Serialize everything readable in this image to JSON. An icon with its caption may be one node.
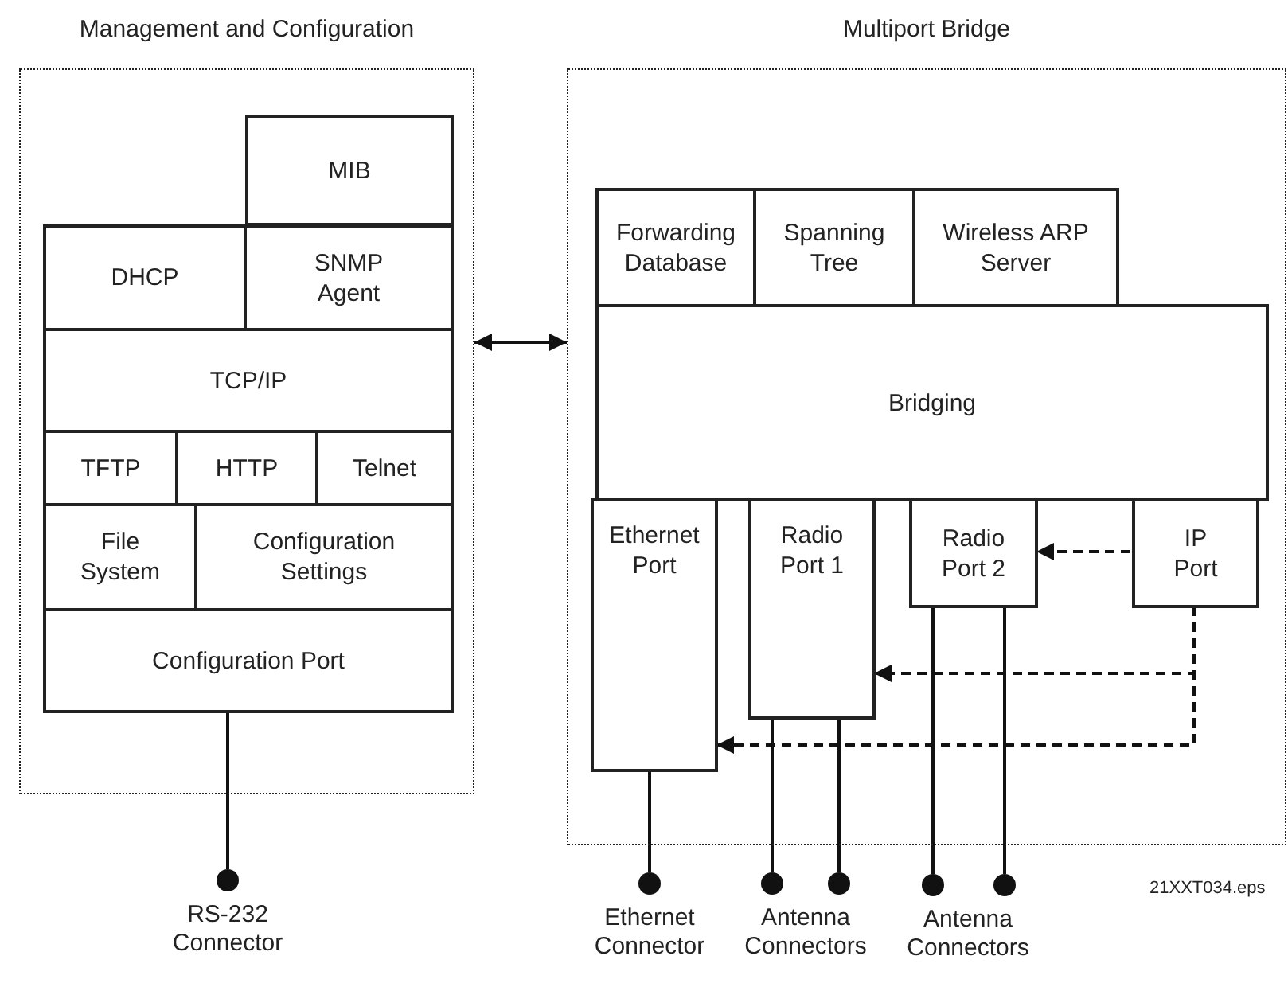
{
  "diagram": {
    "nodes": [
      {
        "text": [
          "Management and Configuration"
        ]
      },
      {
        "text": [
          "MIB"
        ],
        "in": 0
      },
      {
        "text": [
          "DHCP"
        ],
        "in": 0
      },
      {
        "text": [
          "SNMP Agent"
        ],
        "in": 0
      },
      {
        "text": [
          "TCP/IP"
        ],
        "in": 0
      },
      {
        "text": [
          "TFTP"
        ],
        "in": 0
      },
      {
        "text": [
          "HTTP"
        ],
        "in": 0
      },
      {
        "text": [
          "Telnet"
        ],
        "in": 0
      },
      {
        "text": [
          "File System"
        ],
        "in": 0
      },
      {
        "text": [
          "Configuration Settings"
        ],
        "in": 0
      },
      {
        "text": [
          "Configuration Port"
        ],
        "in": 0
      },
      {
        "text": [
          "Multiport Bridge"
        ]
      },
      {
        "text": [
          "Forwarding Database"
        ],
        "in": 11
      },
      {
        "text": [
          "Spanning Tree"
        ],
        "in": 11
      },
      {
        "text": [
          "Wireless ARP Server"
        ],
        "in": 11
      },
      {
        "text": [
          "Bridging"
        ],
        "in": 11
      },
      {
        "text": [
          "Ethernet Port"
        ],
        "in": 11
      },
      {
        "text": [
          "Radio Port 1"
        ],
        "in": 11
      },
      {
        "text": [
          "Radio Port 2"
        ],
        "in": 11
      },
      {
        "text": [
          "IP Port"
        ],
        "in": 11
      },
      {
        "text": [],
        "shape": "circle",
        "beside": [
          "RS-232 Connector"
        ]
      },
      {
        "text": [],
        "shape": "circle",
        "beside": [
          "Ethernet Connector"
        ]
      },
      {
        "text": [],
        "shape": "circle",
        "beside": [
          "Antenna Connectors"
        ]
      },
      {
        "text": [],
        "shape": "circle"
      },
      {
        "text": [],
        "shape": "circle",
        "beside": [
          "Antenna Connectors"
        ]
      },
      {
        "text": [],
        "shape": "circle"
      }
    ],
    "edges": [
      {
        "from": 0,
        "to": 11,
        "arrow": "both"
      },
      {
        "from": 10,
        "to": 20,
        "arrow": "none"
      },
      {
        "from": 16,
        "to": 21,
        "arrow": "none"
      },
      {
        "from": 17,
        "to": 22,
        "arrow": "none"
      },
      {
        "from": 17,
        "to": 23,
        "arrow": "none"
      },
      {
        "from": 18,
        "to": 24,
        "arrow": "none"
      },
      {
        "from": 18,
        "to": 25,
        "arrow": "none"
      },
      {
        "from": 19,
        "to": 18,
        "arrow": "to",
        "style": "dashed"
      },
      {
        "from": 19,
        "to": 17,
        "arrow": "to",
        "style": "dashed"
      },
      {
        "from": 19,
        "to": 16,
        "arrow": "to",
        "style": "dashed"
      }
    ],
    "labels": [
      "21XXT034.eps"
    ]
  }
}
